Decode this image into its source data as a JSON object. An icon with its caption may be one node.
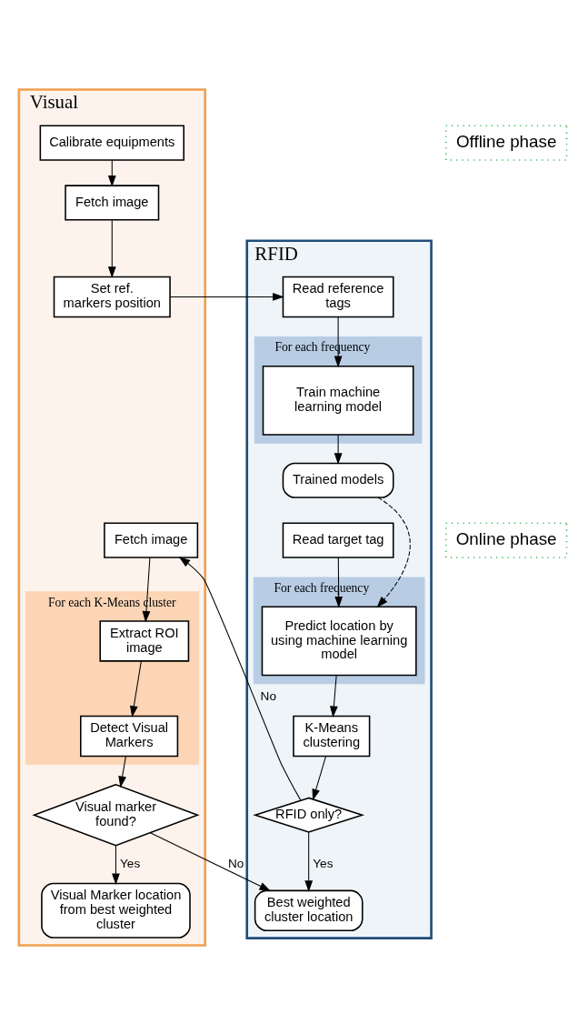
{
  "diagram": {
    "nodes": [
      {
        "text": [
          "RFID"
        ]
      },
      {
        "text": [
          "Visual"
        ]
      },
      {
        "text": [
          "Offline phase"
        ]
      },
      {
        "text": [
          "Online phase"
        ]
      },
      {
        "text": [
          "Calibrate equipments"
        ],
        "in": 1
      },
      {
        "text": [
          "Read reference tags"
        ],
        "in": 0
      },
      {
        "text": [
          "Fetch image"
        ],
        "in": 1
      },
      {
        "text": [
          "Set ref. markers position"
        ],
        "in": 1
      },
      {
        "text": [
          "For each frequency"
        ],
        "in": 0
      },
      {
        "text": [
          "Train machine learning model"
        ],
        "in": 8
      },
      {
        "text": [
          "Trained models"
        ],
        "in": 0
      },
      {
        "text": [
          "Read target tag"
        ],
        "in": 0
      },
      {
        "text": [
          "Fetch image"
        ],
        "in": 1
      },
      {
        "text": [
          "For each frequency"
        ],
        "in": 0
      },
      {
        "text": [
          "Predict location by using machine learning model"
        ],
        "in": 13
      },
      {
        "text": [
          "For each K-Means cluster"
        ],
        "in": 1
      },
      {
        "text": [
          "Extract ROI image"
        ],
        "in": 15
      },
      {
        "text": [
          "Detect Visual Markers"
        ],
        "in": 15
      },
      {
        "text": [
          "K-Means clustering"
        ],
        "in": 0
      },
      {
        "text": [
          "RFID only?"
        ],
        "in": 0
      },
      {
        "text": [
          "Visual marker found?"
        ],
        "in": 1
      },
      {
        "text": [
          "Best weighted cluster location"
        ],
        "in": 0
      },
      {
        "text": [
          "Visual Marker location from best weighted cluster"
        ],
        "in": 1
      }
    ],
    "edges": [
      {
        "from": 4,
        "to": 6,
        "arrow": "to"
      },
      {
        "from": 6,
        "to": 7,
        "arrow": "to"
      },
      {
        "from": 7,
        "to": 5,
        "arrow": "to"
      },
      {
        "from": 5,
        "to": 9,
        "arrow": "to"
      },
      {
        "from": 9,
        "to": 10,
        "arrow": "to"
      },
      {
        "from": 10,
        "to": 14,
        "arrow": "to",
        "style": "dashed"
      },
      {
        "from": 11,
        "to": 14,
        "arrow": "to"
      },
      {
        "from": 14,
        "to": 18,
        "arrow": "to"
      },
      {
        "from": 18,
        "to": 19,
        "arrow": "to"
      },
      {
        "from": 19,
        "to": 12,
        "arrow": "to",
        "label": "No"
      },
      {
        "from": 19,
        "to": 21,
        "arrow": "to",
        "label": "Yes"
      },
      {
        "from": 12,
        "to": 16,
        "arrow": "to"
      },
      {
        "from": 16,
        "to": 17,
        "arrow": "to"
      },
      {
        "from": 17,
        "to": 20,
        "arrow": "to"
      },
      {
        "from": 20,
        "to": 21,
        "arrow": "to",
        "label": "No"
      },
      {
        "from": 20,
        "to": 22,
        "arrow": "to",
        "label": "Yes"
      }
    ]
  }
}
